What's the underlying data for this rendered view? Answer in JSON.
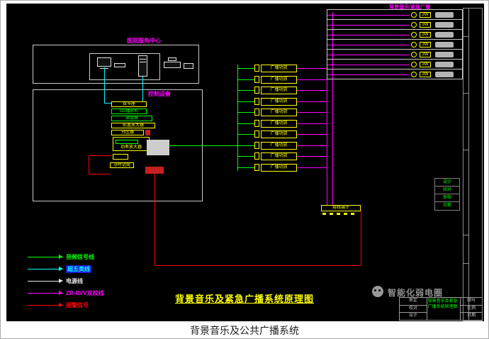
{
  "caption": "背景音乐及公共广播系统",
  "drawing": {
    "title": "背景音乐及紧急广播系统原理图",
    "watermark": "智能化弱电圈",
    "service_center_label": "医院服务中心",
    "control_label": "控制设备",
    "devices": {
      "d1": "双卡座",
      "d2": "CD播放机",
      "d3": "调谐器",
      "d4": "前置放大器",
      "d5": "分区器",
      "d6": "功率放大器",
      "d8": "寻呼话筒"
    },
    "terminal_label": "接线端子",
    "speaker_panel": {
      "header": "背景音乐/紧急广播",
      "rows": [
        {
          "tag": "3W"
        },
        {
          "tag": "3W"
        },
        {
          "tag": "3W"
        },
        {
          "tag": "3W"
        },
        {
          "tag": "3W"
        },
        {
          "tag": "3W"
        },
        {
          "tag": "3W"
        }
      ]
    },
    "zones": [
      {
        "label": "广播功放"
      },
      {
        "label": "广播功放"
      },
      {
        "label": "广播功放"
      },
      {
        "label": "广播功放"
      },
      {
        "label": "广播功放"
      },
      {
        "label": "广播功放"
      },
      {
        "label": "广播功放"
      },
      {
        "label": "广播功放"
      },
      {
        "label": "广播功放"
      },
      {
        "label": "广播功放"
      }
    ],
    "legend": [
      {
        "label": "音频信号线",
        "color": "#00ff00"
      },
      {
        "label": "超五类线",
        "color": "#00ffff"
      },
      {
        "label": "电源线",
        "color": "#ffffff"
      },
      {
        "label": "ZR-RVV双绞线",
        "color": "#ff00ff"
      },
      {
        "label": "报警信号",
        "color": "#ff0000"
      }
    ],
    "sign_table": [
      "设计",
      "校对",
      "审核",
      "日期"
    ],
    "title_block": {
      "left": [
        "审定",
        "校对",
        "设计"
      ],
      "name": "背景音乐及紧急广播系统原理图",
      "right": [
        "图号",
        "比例",
        "日期"
      ]
    }
  }
}
